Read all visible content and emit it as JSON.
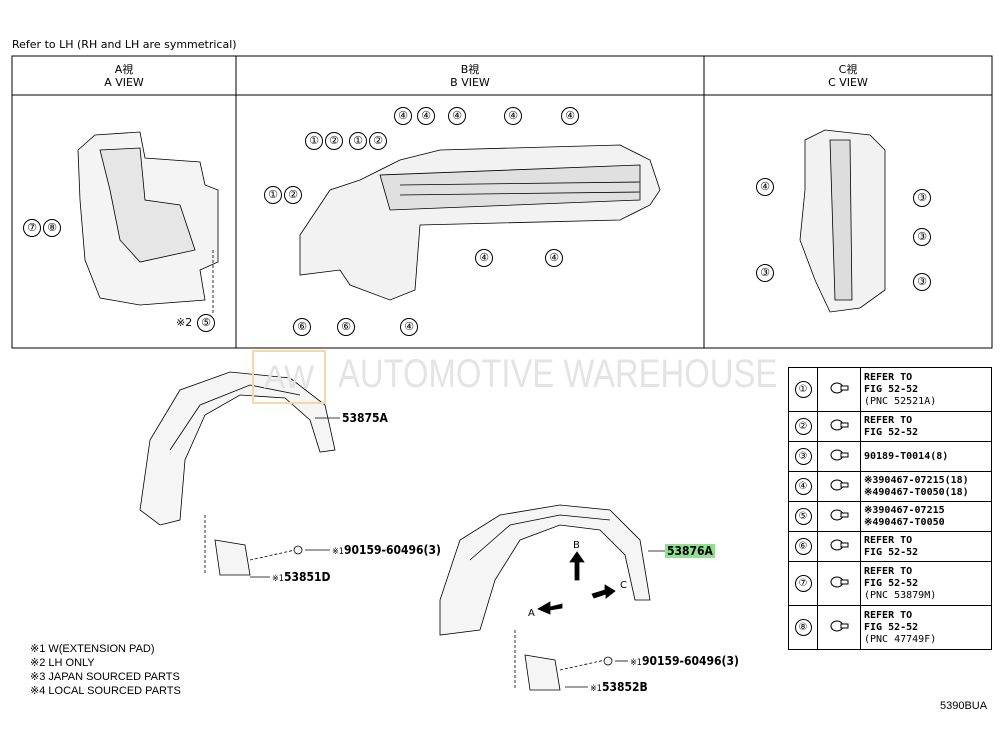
{
  "header_note": "Refer to LH (RH and LH are symmetrical)",
  "views": [
    {
      "jp": "A視",
      "en": "A VIEW"
    },
    {
      "jp": "B視",
      "en": "B VIEW"
    },
    {
      "jp": "C視",
      "en": "C VIEW"
    }
  ],
  "callouts": {
    "a": [
      "⑦",
      "⑧",
      "⑤"
    ],
    "a_mark": "※2",
    "b": [
      "①",
      "②",
      "①",
      "②",
      "④",
      "④",
      "④",
      "④",
      "④",
      "①",
      "②",
      "④",
      "④",
      "⑥",
      "⑥",
      "④"
    ],
    "c": [
      "④",
      "③",
      "③",
      "③",
      "③"
    ]
  },
  "parts": {
    "p53875A": "53875A",
    "clip_top": "90159-60496(3)",
    "clip_top_mark": "※1",
    "pad_top": "53851D",
    "pad_top_mark": "※1",
    "p53876A": "53876A",
    "clip_bot": "90159-60496(3)",
    "clip_bot_mark": "※1",
    "pad_bot": "53852B",
    "pad_bot_mark": "※1",
    "arrow_a": "A",
    "arrow_b": "B",
    "arrow_c": "C"
  },
  "watermark": {
    "logo": "AW",
    "text": "AUTOMOTIVE WAREHOUSE"
  },
  "legend": [
    {
      "num": "①",
      "lines": [
        "REFER TO",
        "FIG 52-52",
        "(PNC 52521A)"
      ]
    },
    {
      "num": "②",
      "lines": [
        "REFER TO",
        "FIG 52-52"
      ]
    },
    {
      "num": "③",
      "lines": [
        "90189-T0014(8)"
      ]
    },
    {
      "num": "④",
      "lines": [
        "※390467-07215(18)",
        "※490467-T0050(18)"
      ]
    },
    {
      "num": "⑤",
      "lines": [
        "※390467-07215",
        "※490467-T0050"
      ]
    },
    {
      "num": "⑥",
      "lines": [
        "REFER TO",
        "FIG 52-52"
      ]
    },
    {
      "num": "⑦",
      "lines": [
        "REFER TO",
        "FIG 52-52",
        "(PNC 53879M)"
      ]
    },
    {
      "num": "⑧",
      "lines": [
        "REFER TO",
        "FIG 52-52",
        "(PNC 47749F)"
      ]
    }
  ],
  "footnotes": [
    "※1 W(EXTENSION PAD)",
    "※2 LH ONLY",
    "※3 JAPAN SOURCED PARTS",
    "※4 LOCAL SOURCED PARTS"
  ],
  "diagram_code": "5390BUA",
  "highlight_color": "#8fe08f"
}
